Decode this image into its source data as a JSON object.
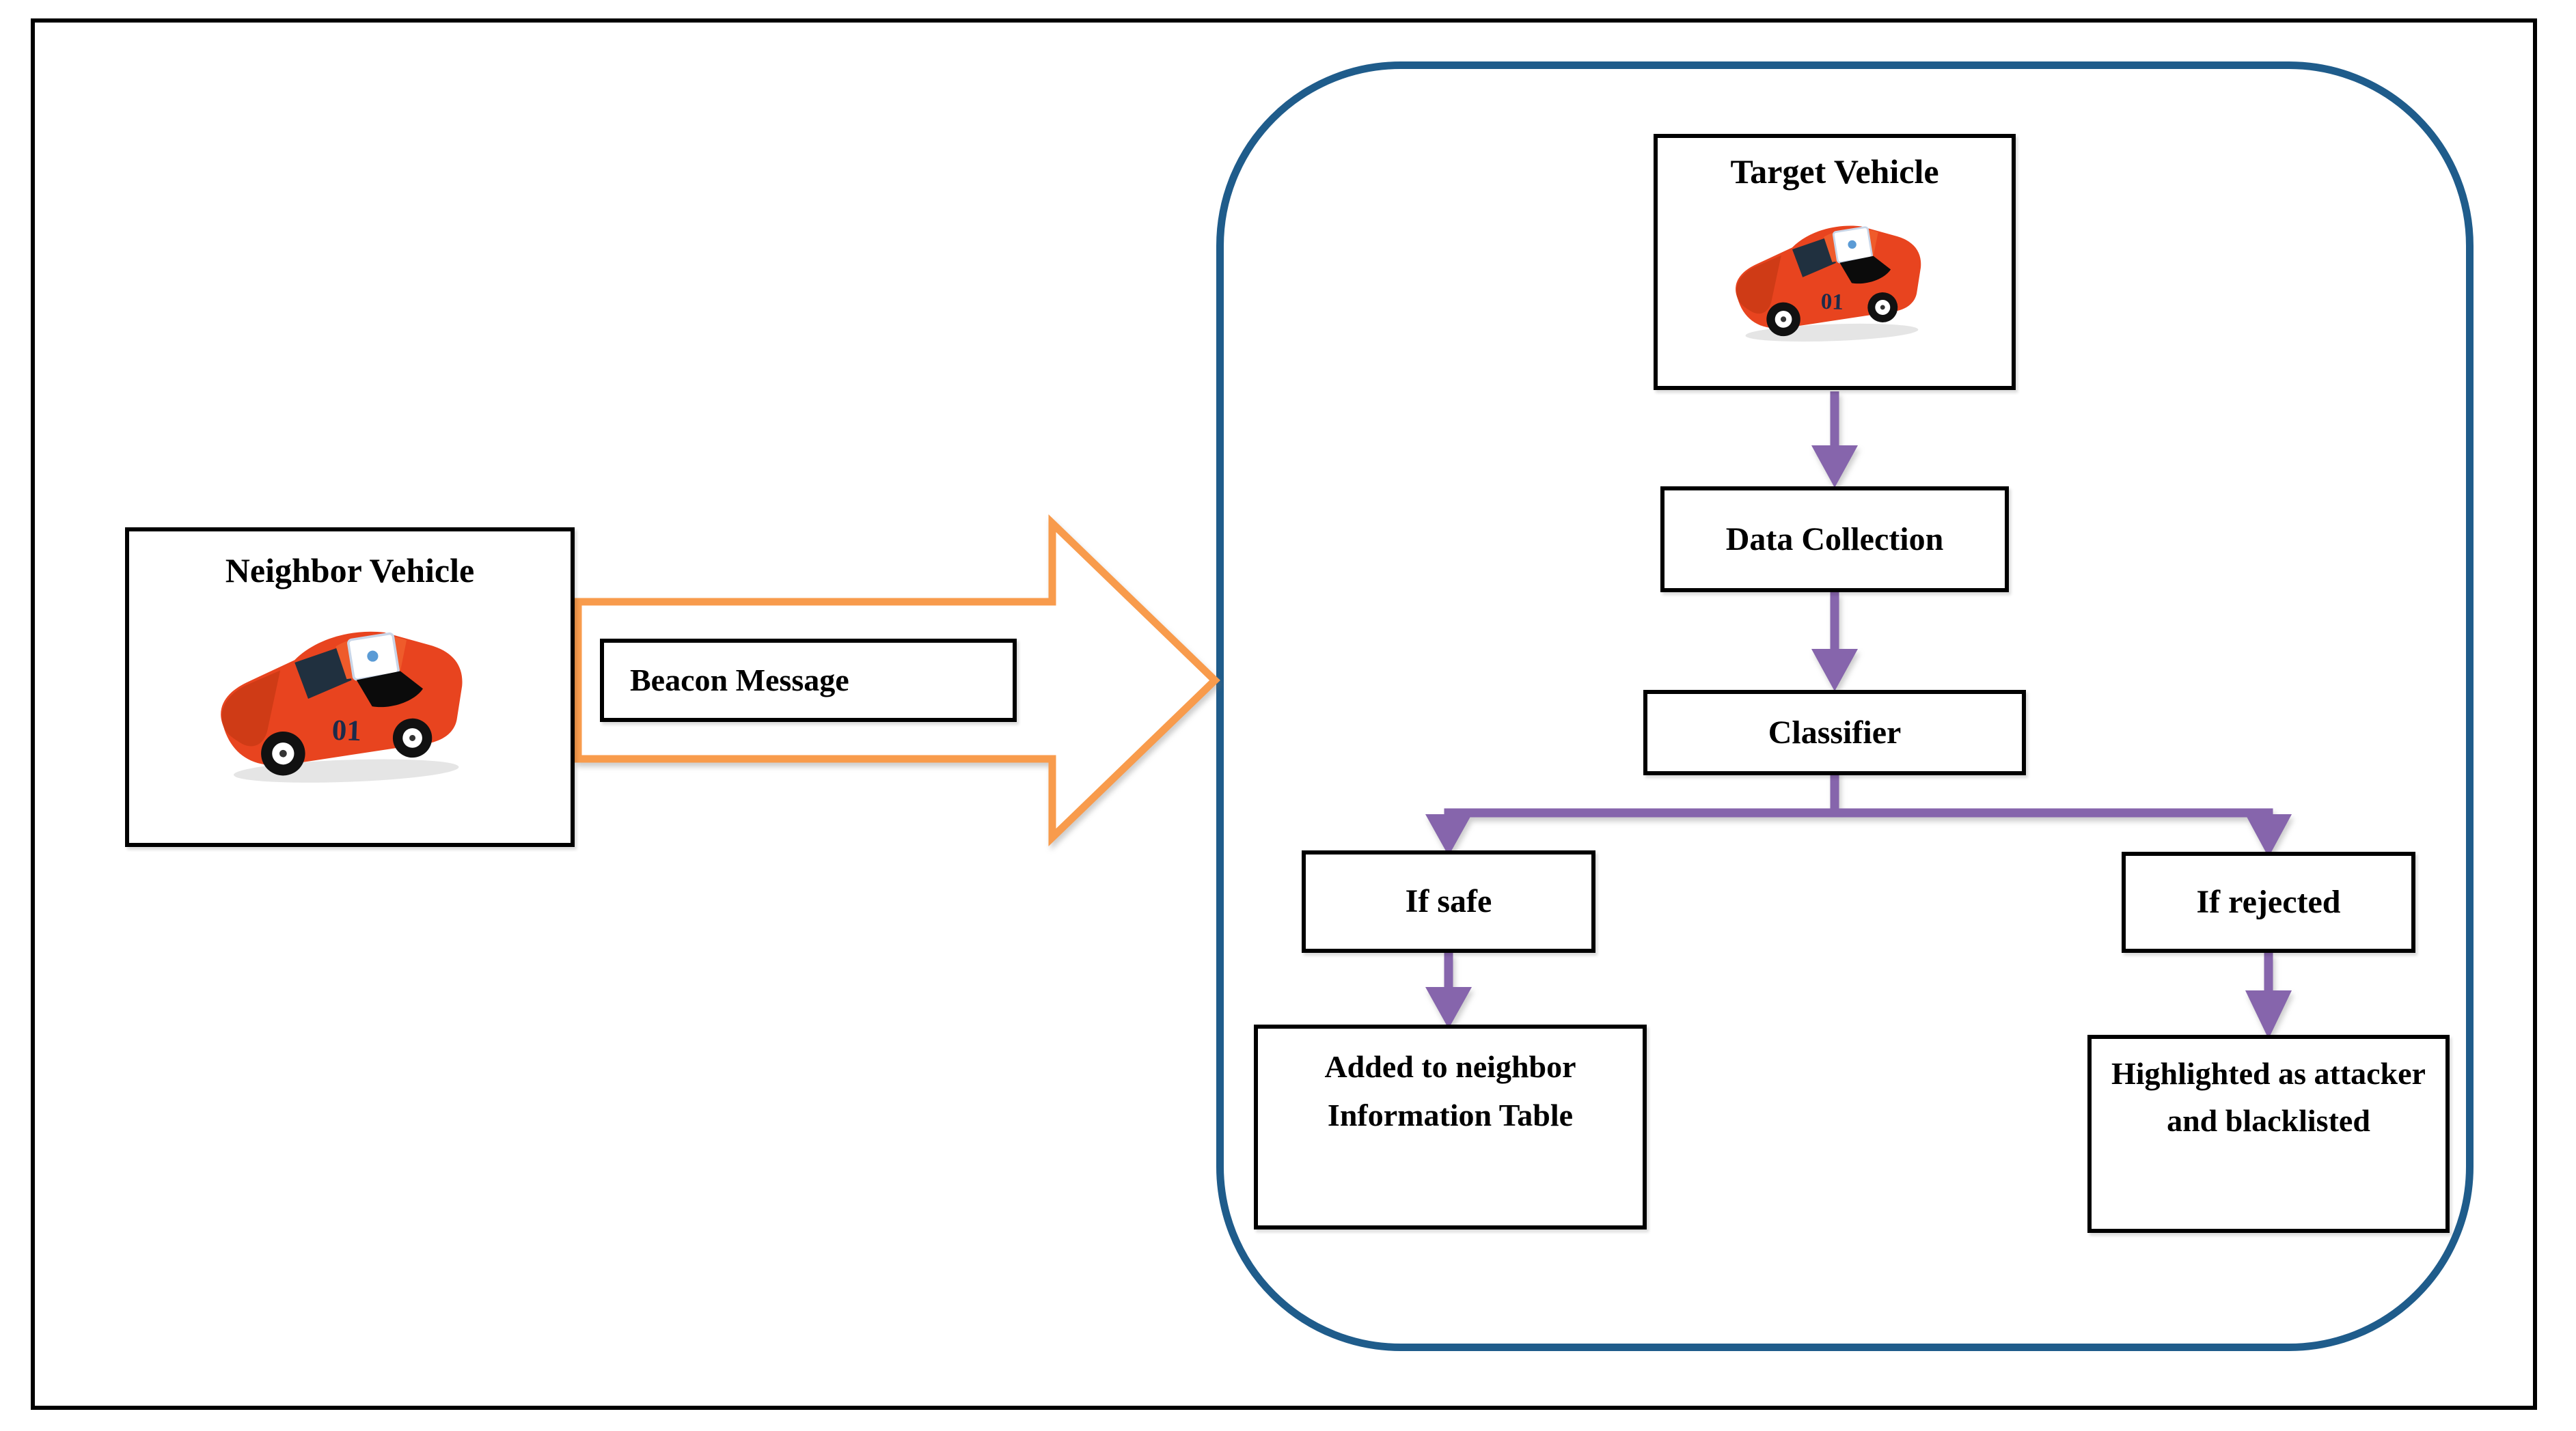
{
  "colors": {
    "purple": "#8665AC",
    "orange": "#F89B4C",
    "blue": "#1F5C8B",
    "car-red": "#E8441F",
    "car-red-dark": "#CF3B16"
  },
  "diagram": {
    "neighbor_panel": {
      "title": "Neighbor Vehicle",
      "car_number": "01"
    },
    "beacon_arrow": {
      "label": "Beacon Message"
    },
    "flow_panel": {
      "target_box": {
        "title": "Target Vehicle",
        "car_number": "01"
      },
      "data_collection_label": "Data Collection",
      "classifier_label": "Classifier",
      "safe_branch": {
        "condition": "If safe",
        "outcome": "Added to neighbor Information Table"
      },
      "rejected_branch": {
        "condition": "If rejected",
        "outcome": "Highlighted as attacker and blacklisted"
      }
    }
  }
}
